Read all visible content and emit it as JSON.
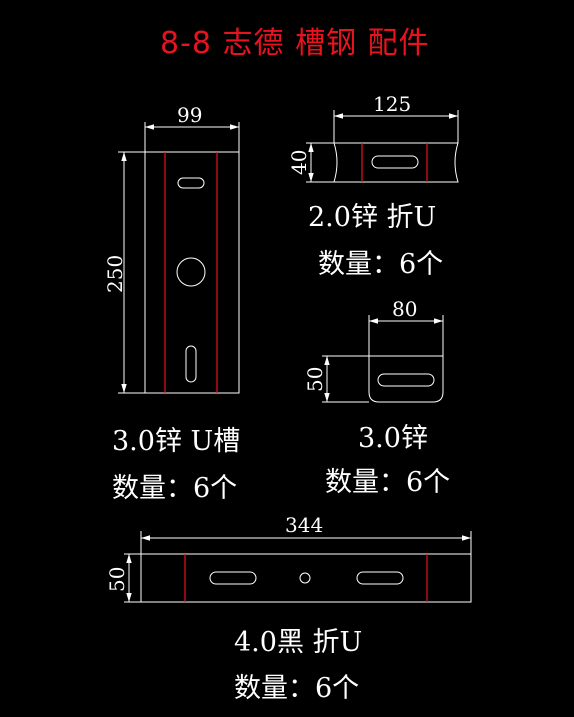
{
  "title": "8-8 志德 槽钢 配件",
  "parts": [
    {
      "dimensions": {
        "width": "99",
        "height": "250"
      },
      "spec": "3.0锌 U槽",
      "quantity": "数量：6个"
    },
    {
      "dimensions": {
        "width": "125",
        "height": "40"
      },
      "spec": "2.0锌  折U",
      "quantity": "数量：6个"
    },
    {
      "dimensions": {
        "width": "80",
        "height": "50"
      },
      "spec": "3.0锌",
      "quantity": "数量：6个"
    },
    {
      "dimensions": {
        "width": "344",
        "height": "50"
      },
      "spec": "4.0黑 折U",
      "quantity": "数量：6个"
    }
  ],
  "colors": {
    "background": "#000000",
    "outline": "#ffffff",
    "bend_line": "#e8131e",
    "title": "#e8131e"
  }
}
